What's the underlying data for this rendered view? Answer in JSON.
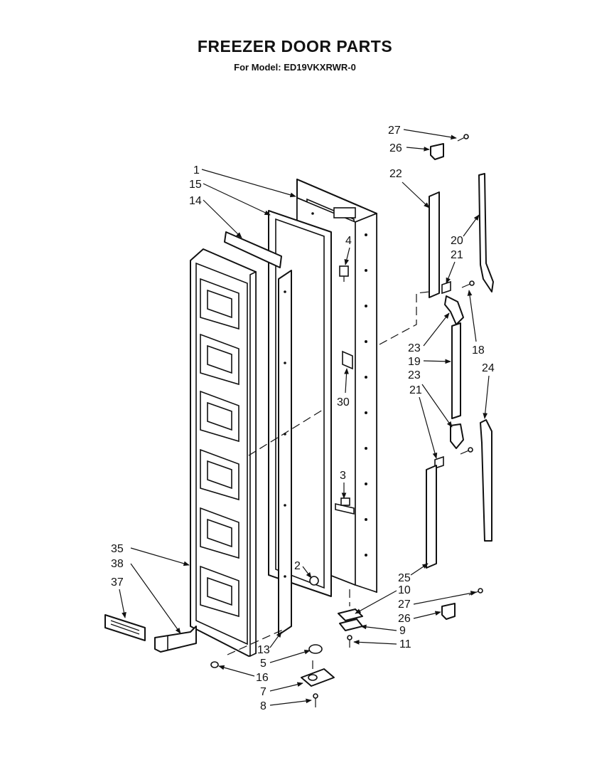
{
  "title": "FREEZER DOOR PARTS",
  "subtitle": "For Model: ED19VKXRWR-0",
  "callouts": [
    {
      "id": "c1",
      "label": "1"
    },
    {
      "id": "c15",
      "label": "15"
    },
    {
      "id": "c14",
      "label": "14"
    },
    {
      "id": "c4",
      "label": "4"
    },
    {
      "id": "c30",
      "label": "30"
    },
    {
      "id": "c3",
      "label": "3"
    },
    {
      "id": "c2",
      "label": "2"
    },
    {
      "id": "c35",
      "label": "35"
    },
    {
      "id": "c38",
      "label": "38"
    },
    {
      "id": "c37",
      "label": "37"
    },
    {
      "id": "c13",
      "label": "13"
    },
    {
      "id": "c5",
      "label": "5"
    },
    {
      "id": "c16",
      "label": "16"
    },
    {
      "id": "c7",
      "label": "7"
    },
    {
      "id": "c8",
      "label": "8"
    },
    {
      "id": "c10",
      "label": "10"
    },
    {
      "id": "c27b",
      "label": "27"
    },
    {
      "id": "c26b",
      "label": "26"
    },
    {
      "id": "c9",
      "label": "9"
    },
    {
      "id": "c11",
      "label": "11"
    },
    {
      "id": "c25",
      "label": "25"
    },
    {
      "id": "c27a",
      "label": "27"
    },
    {
      "id": "c26a",
      "label": "26"
    },
    {
      "id": "c22",
      "label": "22"
    },
    {
      "id": "c20",
      "label": "20"
    },
    {
      "id": "c21a",
      "label": "21"
    },
    {
      "id": "c18",
      "label": "18"
    },
    {
      "id": "c23a",
      "label": "23"
    },
    {
      "id": "c19",
      "label": "19"
    },
    {
      "id": "c23b",
      "label": "23"
    },
    {
      "id": "c24",
      "label": "24"
    },
    {
      "id": "c21b",
      "label": "21"
    }
  ]
}
